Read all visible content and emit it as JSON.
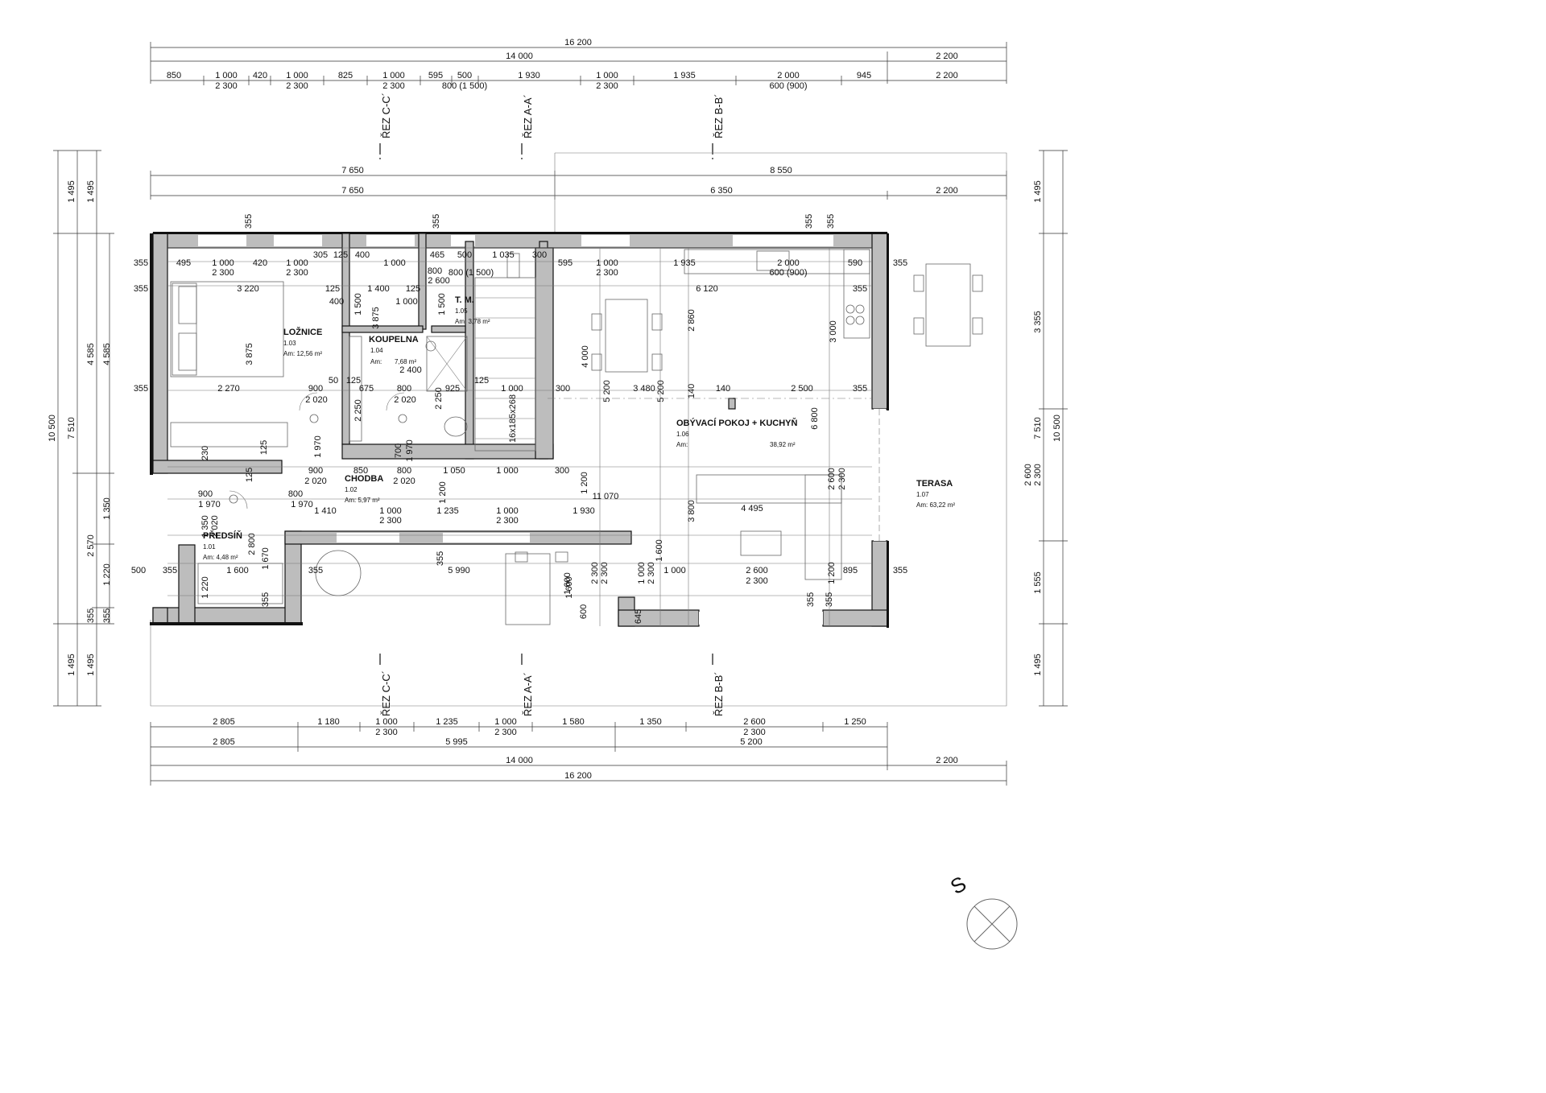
{
  "rooms": [
    {
      "name": "LOŽNICE",
      "number": "1.03",
      "area": "Am: 12,56 m²"
    },
    {
      "name": "KOUPELNA",
      "number": "1.04",
      "area": "Am:",
      "area_value": "7,68 m²"
    },
    {
      "name": "T. M.",
      "number": "1.05",
      "area": "Am: 3,78 m²"
    },
    {
      "name": "CHODBA",
      "number": "1.02",
      "area": "Am: 5,97 m²"
    },
    {
      "name": "PŘEDSÍŇ",
      "number": "1.01",
      "area": "Am: 4,48 m²"
    },
    {
      "name": "OBÝVACÍ POKOJ + KUCHYŇ",
      "number": "1.06",
      "area": "Am:",
      "area_value": "38,92 m²"
    },
    {
      "name": "TERASA",
      "number": "1.07",
      "area": "Am: 63,22 m²"
    }
  ],
  "sections": {
    "cc": "ŘEZ C-C´",
    "aa": "ŘEZ A-A´",
    "bb": "ŘEZ B-B´"
  },
  "stair_label": "16x185x268",
  "north_label": "S",
  "dims_top": {
    "total": "16 200",
    "main": "14 000",
    "terrace": "2 200",
    "chain": [
      "850",
      "1 000",
      "420",
      "1 000",
      "825",
      "1 000",
      "595",
      "500",
      "1 930",
      "1 000",
      "1 935",
      "2 000",
      "945",
      "2 200"
    ],
    "openings": [
      "2 300",
      "2 300",
      "2 300",
      "800 (1 500)",
      "2 300",
      "600 (900)"
    ],
    "split": [
      "7 650",
      "8 550"
    ],
    "split2": [
      "7 650",
      "6 350",
      "2 200"
    ],
    "wall_marks": [
      "355",
      "355",
      "355",
      "355"
    ]
  },
  "dims_bottom": {
    "chain": [
      "2 805",
      "1 180",
      "1 000",
      "1 235",
      "1 000",
      "1 580",
      "1 350",
      "2 600",
      "1 250"
    ],
    "openings": [
      "2 300",
      "2 300",
      "2 300"
    ],
    "split": [
      "2 805",
      "5 995",
      "5 200"
    ],
    "main": "14 000",
    "terrace": "2 200",
    "total": "16 200"
  },
  "dims_left": {
    "total": "10 500",
    "a": "7 510",
    "b": "4 585",
    "b2": "4 585",
    "c": "1 495",
    "c2": "1 495",
    "d": "2 570",
    "e": "1 350",
    "f": "1 220",
    "g": "355",
    "h": "355",
    "i": "500",
    "j": "1 495",
    "k": "1 495"
  },
  "dims_right": {
    "total": "10 500",
    "a": "7 510",
    "b": "3 355",
    "c": "1 495",
    "d": "2 600",
    "e": "2 300",
    "f": "1 555",
    "g": "1 495"
  },
  "dims_inner": {
    "row1": [
      "355",
      "495",
      "1 000",
      "420",
      "1 000",
      "305",
      "125",
      "400",
      "1 000",
      "465",
      "500",
      "1 035",
      "300",
      "595",
      "1 000",
      "1 935",
      "2 000",
      "590",
      "355"
    ],
    "row1b": [
      "2 300",
      "2 300",
      "800",
      "800 (1 500)",
      "2 300",
      "600 (900)"
    ],
    "row2": [
      "355",
      "3 220",
      "125",
      "1 400",
      "125",
      "2 600",
      "6 120",
      "355"
    ],
    "row2b": [
      "400",
      "1 500",
      "1 000",
      "1 500"
    ],
    "bed": [
      "3 875",
      "3 875",
      "2 270",
      "2 860",
      "3 000",
      "4 000"
    ],
    "row3": [
      "355",
      "900",
      "50",
      "125",
      "675",
      "800",
      "925",
      "125",
      "1 000",
      "300",
      "5 200",
      "3 480",
      "5 200",
      "140",
      "140",
      "2 500",
      "355"
    ],
    "row3b": [
      "2 020",
      "2 250",
      "2 020",
      "2 250",
      "2 400",
      "6 800"
    ],
    "row4": [
      "230",
      "125",
      "125",
      "900",
      "850",
      "800",
      "1 050",
      "1 000",
      "300"
    ],
    "row4b": [
      "1 970",
      "700",
      "1 970",
      "2 020",
      "2 020"
    ],
    "row5": [
      "900",
      "1 970",
      "800",
      "1 970",
      "1 410",
      "1 000",
      "1 235",
      "1 000",
      "1 930",
      "11 070",
      "1 200",
      "1 200",
      "3 800",
      "4 495",
      "2 600",
      "2 300"
    ],
    "row5b": [
      "2 300",
      "2 300"
    ],
    "row6": [
      "500",
      "355",
      "1 600",
      "355",
      "355",
      "5 990",
      "1 600",
      "2 300",
      "1 000",
      "2 300",
      "1 000",
      "2 600",
      "1 200",
      "895",
      "355"
    ],
    "row6b": [
      "2 300",
      "2 300"
    ],
    "row7": [
      "1 350",
      "2 020",
      "1 220",
      "2 800",
      "1 670",
      "355",
      "1 600",
      "600",
      "645",
      "355",
      "355",
      "1 600"
    ]
  }
}
